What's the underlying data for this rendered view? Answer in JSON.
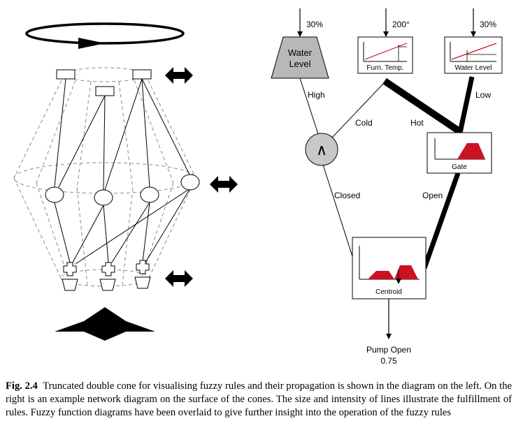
{
  "network": {
    "inputs": {
      "water_level_top": "30%",
      "furn_temp_top": "200°",
      "water_level2_top": "30%"
    },
    "nodes": {
      "water_level_line1": "Water",
      "water_level_line2": "Level",
      "furn_temp": "Furn. Temp.",
      "water_level2": "Water Level",
      "and_op": "∧",
      "gate": "Gate",
      "centroid": "Centroid"
    },
    "edges": {
      "high": "High",
      "cold": "Cold",
      "hot": "Hot",
      "low": "Low",
      "closed": "Closed",
      "open": "Open"
    },
    "output": {
      "label": "Pump Open",
      "value": "0.75"
    }
  },
  "caption": {
    "label": "Fig. 2.4",
    "text": "Truncated double cone for visualising fuzzy rules and their propagation is shown in the diagram on the left. On the right is an example network diagram on the surface of the cones. The size and intensity of lines illustrate the fulfillment of rules. Fuzzy function diagrams have been overlaid to give further insight into the operation of the fuzzy rules"
  },
  "colors": {
    "fuzzy_red": "#cc1122",
    "node_gray": "#b8b8b8"
  }
}
